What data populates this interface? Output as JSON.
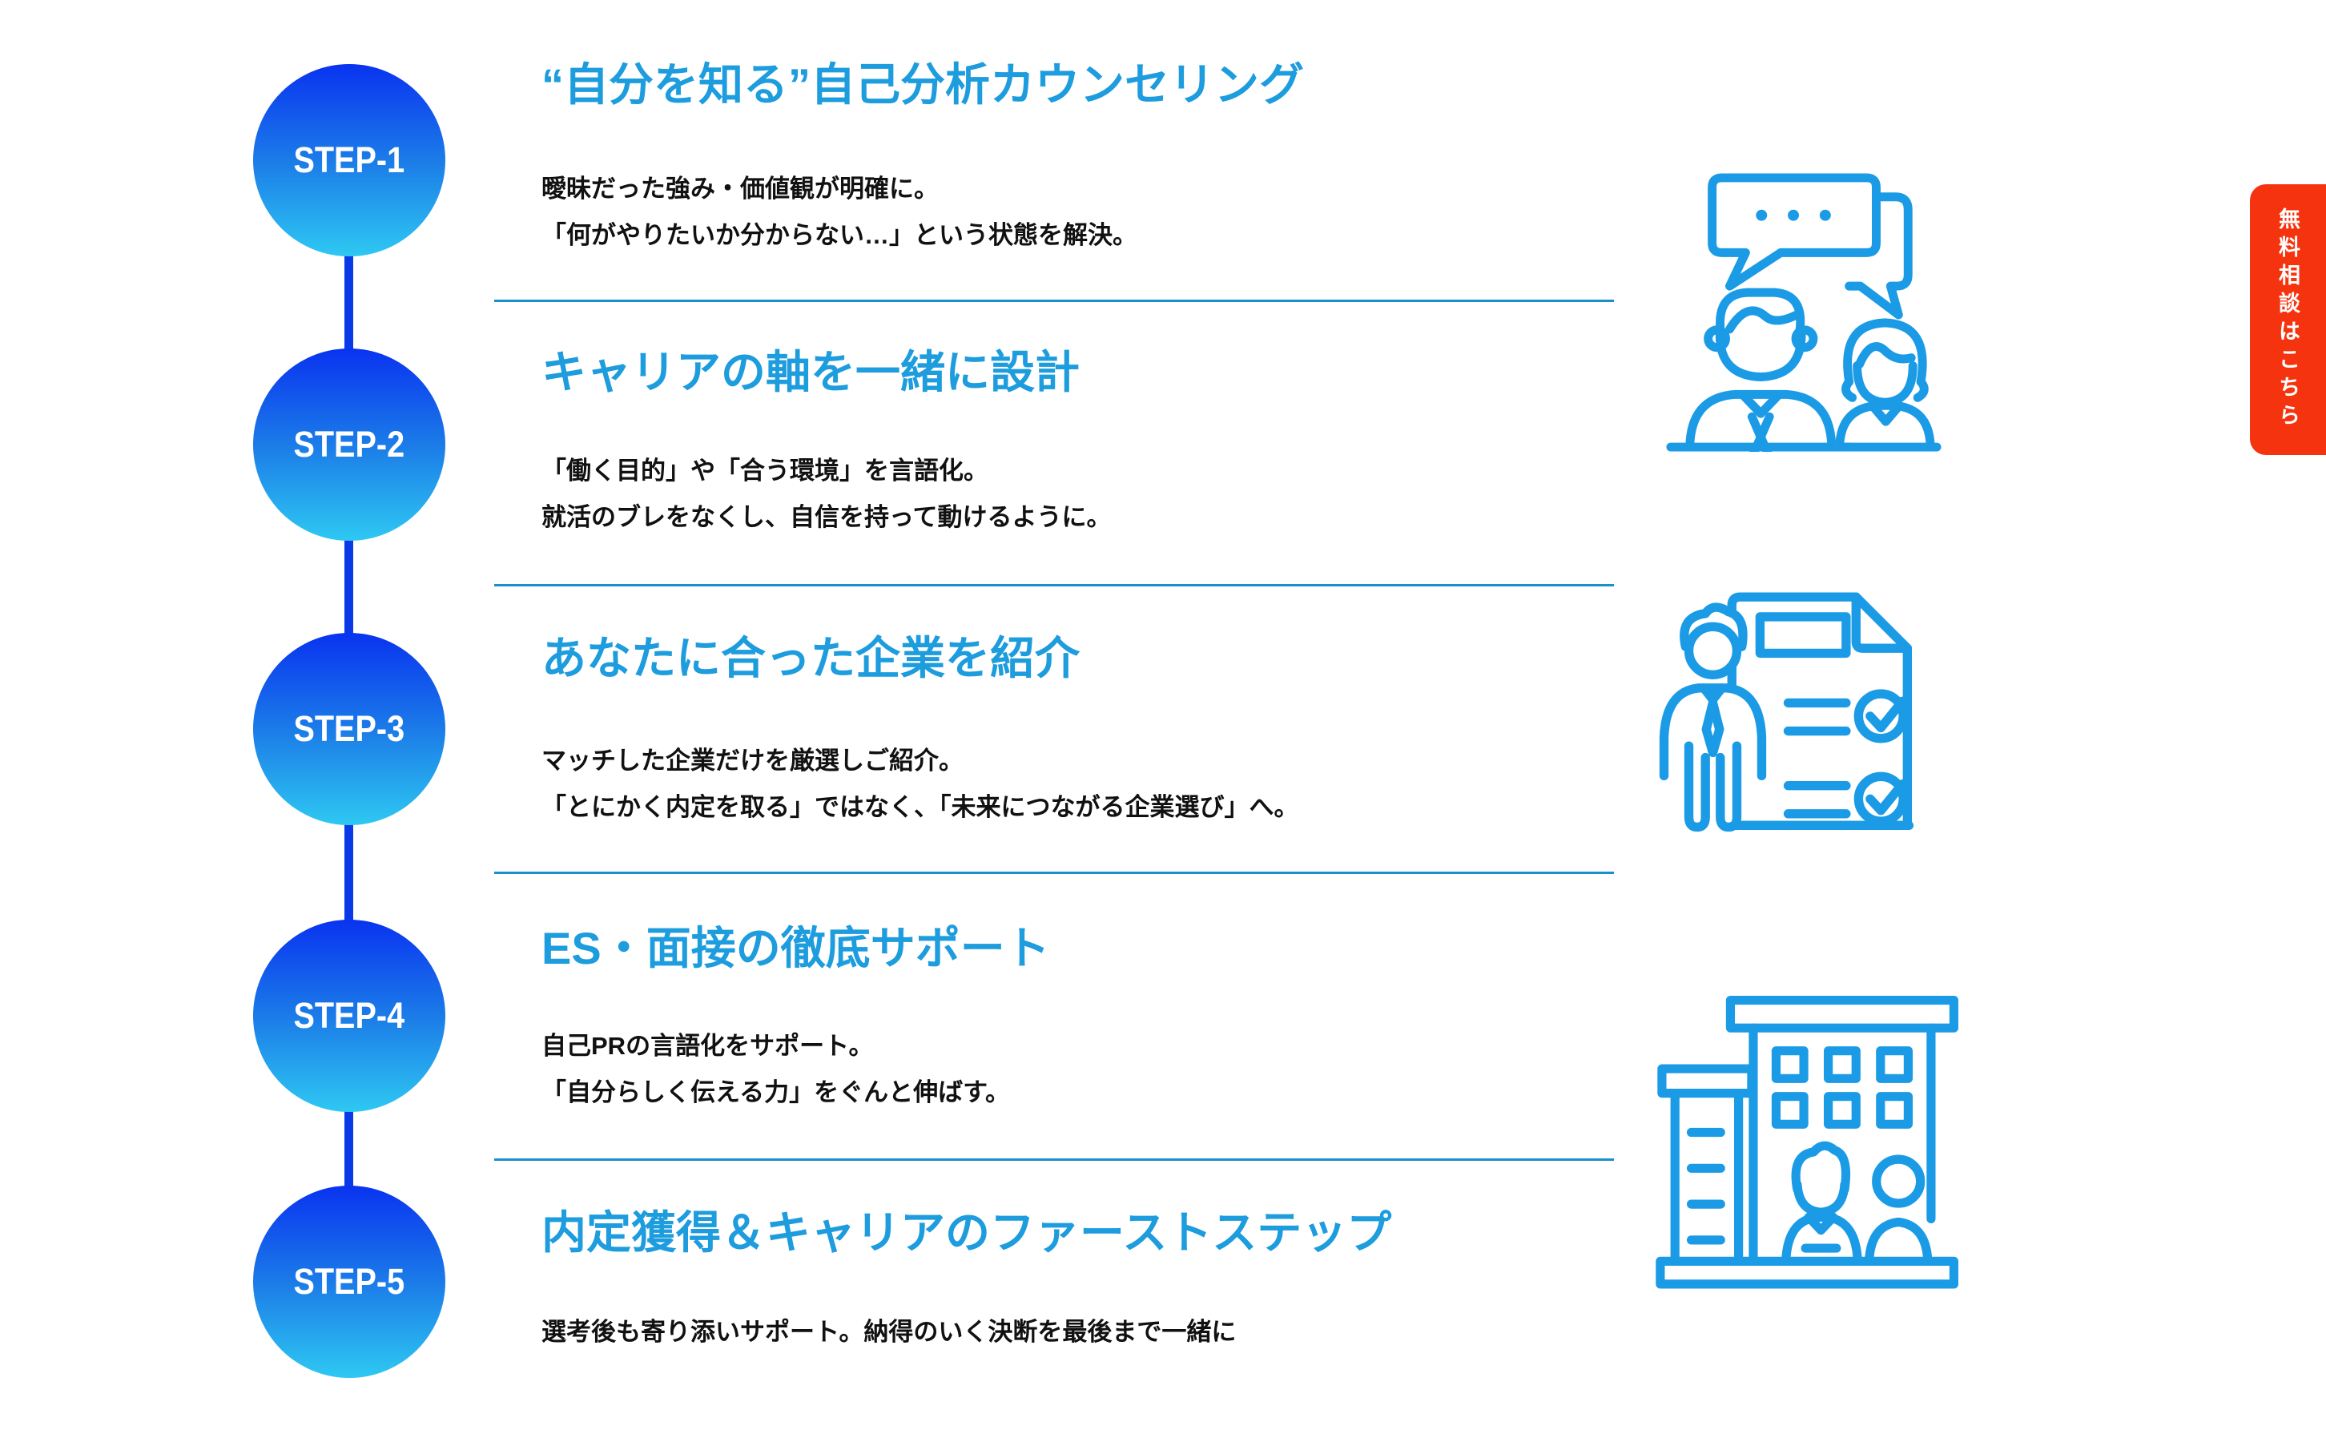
{
  "steps": [
    {
      "badge": "STEP-1",
      "title": "“自分を知る”自己分析カウンセリング",
      "body_lines": [
        "曖昧だった強み・価値観が明確に。",
        "「何がやりたいか分からない…」という状態を解決。"
      ]
    },
    {
      "badge": "STEP-2",
      "title": "キャリアの軸を一緒に設計",
      "body_lines": [
        "「働く目的」や「合う環境」を言語化。",
        "就活のブレをなくし、自信を持って動けるように。"
      ]
    },
    {
      "badge": "STEP-3",
      "title": "あなたに合った企業を紹介",
      "body_lines": [
        "マッチした企業だけを厳選しご紹介。",
        "「とにかく内定を取る」ではなく、「未来につながる企業選び」へ。"
      ]
    },
    {
      "badge": "STEP-4",
      "title": "ES・面接の徹底サポート",
      "body_lines": [
        "自己PRの言語化をサポート。",
        "「自分らしく伝える力」をぐんと伸ばす。"
      ]
    },
    {
      "badge": "STEP-5",
      "title": "内定獲得＆キャリアのファーストステップ",
      "body_lines": [
        "選考後も寄り添いサポート。納得のいく決断を最後まで一緒に"
      ]
    }
  ],
  "icons": [
    {
      "name": "consultation-people-icon"
    },
    {
      "name": "checklist-document-person-icon"
    },
    {
      "name": "company-building-people-icon"
    }
  ],
  "cta": {
    "label": "無料相談はこちら"
  },
  "colors": {
    "circle_gradient_top": "#0933F0",
    "circle_gradient_bottom": "#2EC8F2",
    "connector_line": "#0A3AE8",
    "title_blue": "#1D9CDE",
    "divider_blue": "#1A8FD0",
    "icon_blue": "#1B9BE5",
    "cta_red": "#F5330E",
    "body_text": "#111111",
    "badge_text": "#FFFFFF"
  }
}
